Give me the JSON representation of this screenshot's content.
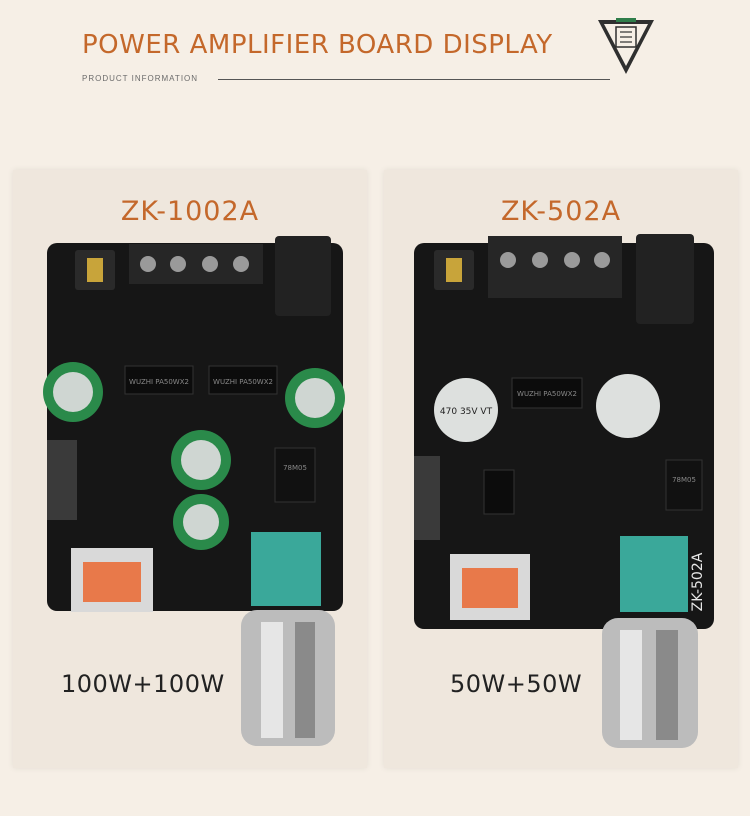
{
  "header": {
    "title": "POWER AMPLIFIER BOARD DISPLAY",
    "subtitle": "PRODUCT INFORMATION",
    "badge_icon": "document-icon"
  },
  "products": [
    {
      "model": "ZK-1002A",
      "power": "100W+100W",
      "chip_label": "WUZHI PA50WX2",
      "chip_label_2": "WUZHI PA50WX2",
      "regulator_label": "78M05"
    },
    {
      "model": "ZK-502A",
      "power": "50W+50W",
      "chip_label": "WUZHI PA50WX2",
      "cap_label": "470 35V VT",
      "regulator_label": "78M05",
      "board_print": "ZK-502A"
    }
  ],
  "colors": {
    "accent": "#c4682b",
    "background": "#f6efe6",
    "card": "#efe7dd",
    "board": "#161616",
    "potentiometer": "#3aa89a",
    "terminal": "#2b2b2b"
  }
}
